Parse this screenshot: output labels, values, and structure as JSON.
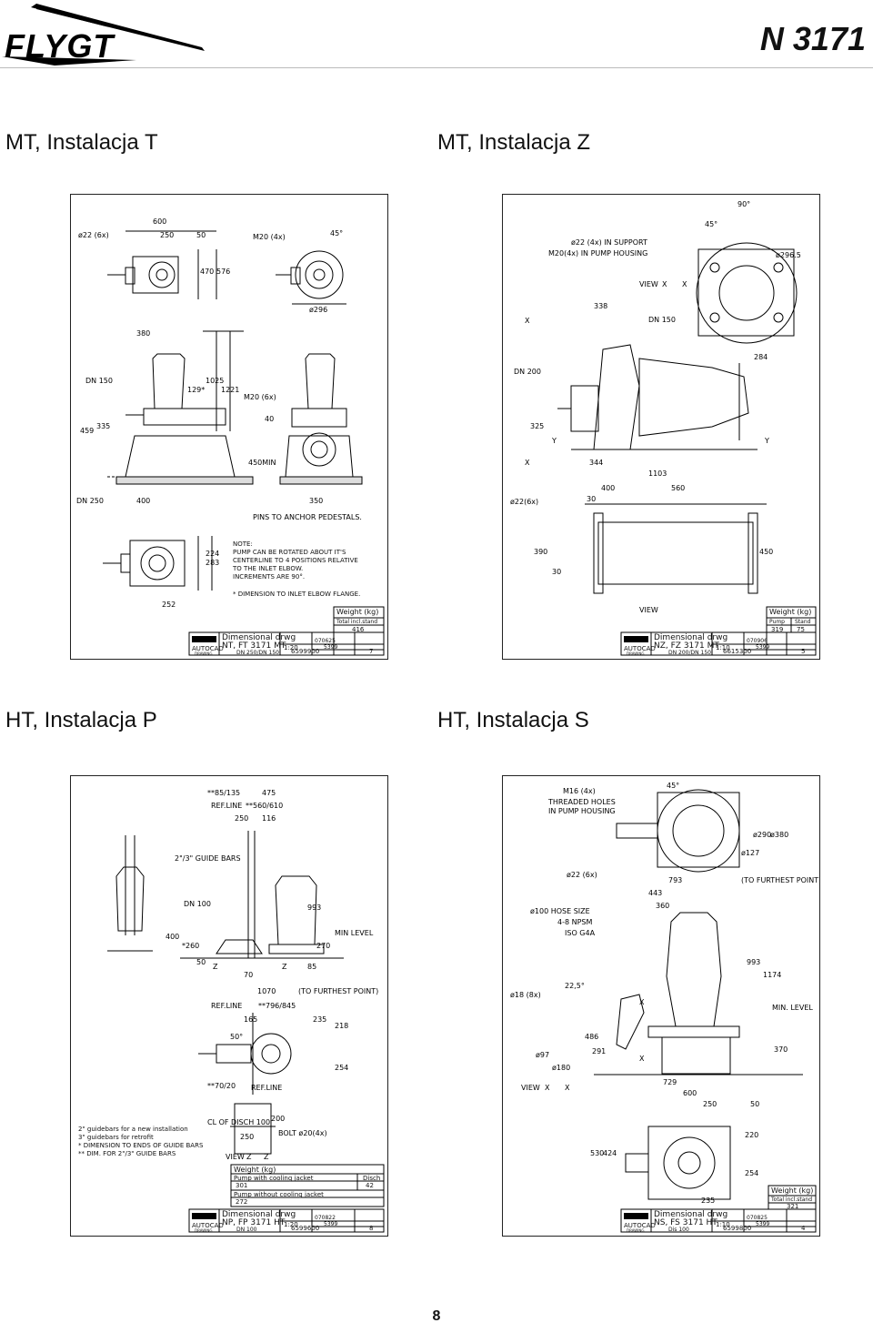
{
  "header": {
    "brand": "FLYGT",
    "model": "N 3171"
  },
  "sections": [
    {
      "title": "MT, Instalacja T"
    },
    {
      "title": "MT, Instalacja Z"
    },
    {
      "title": "HT, Instalacja P"
    },
    {
      "title": "HT, Instalacja S"
    }
  ],
  "drawing_t": {
    "labels": [
      "ø22 (6x)",
      "600",
      "250",
      "50",
      "M20 (4x)",
      "45°",
      "470",
      "576",
      "ø296",
      "380",
      "DN 150",
      "129*",
      "1025",
      "1221",
      "M20 (6x)",
      "40",
      "459",
      "335",
      "450MIN",
      "DN 250",
      "400",
      "350",
      "PINS TO ANCHOR PEDESTALS.",
      "283",
      "224",
      "252"
    ],
    "note": "NOTE:\nPUMP CAN BE ROTATED ABOUT IT'S\nCENTERLINE TO 4 POSITIONS RELATIVE\nTO THE INLET ELBOW.\nINCREMENTS ARE 90°.",
    "footnote": "* DIMENSION TO INLET ELBOW FLANGE.",
    "weight": {
      "title": "Weight (kg)",
      "col": "Total incl.stand",
      "value": "416"
    },
    "title_block": {
      "cad": "AUTOCAD",
      "cad_sub": "DRAWING",
      "name": "Dimensional drwg",
      "code": "NT, FT 3171 MT",
      "dn": "DN 250/DN 150",
      "scale": "1:20",
      "date": "070625",
      "ref": "5399",
      "number": "6599900",
      "sheet": "7"
    }
  },
  "drawing_z": {
    "labels": [
      "90°",
      "ø22 (4x) IN SUPPORT",
      "M20(4x) IN PUMP HOUSING",
      "45°",
      "ø296.5",
      "VIEW",
      "X",
      "X",
      "338",
      "DN 150",
      "X",
      "284",
      "DN 200",
      "325",
      "Y",
      "Y",
      "X",
      "344",
      "1103",
      "400",
      "560",
      "ø22(6x)",
      "30",
      "390",
      "30",
      "450"
    ],
    "view_yy": "VIEW",
    "weight": {
      "title": "Weight (kg)",
      "col1": "Pump",
      "col2": "Stand",
      "v1": "319",
      "v2": "75"
    },
    "title_block": {
      "cad": "AUTOCAD",
      "cad_sub": "DRAWING",
      "name": "Dimensional drwg",
      "code": "NZ, FZ 3171 MT",
      "dn": "DN 200/DN 150",
      "scale": "1:10",
      "date": "070906",
      "ref": "5399",
      "number": "6615300",
      "sheet": "5"
    }
  },
  "drawing_p": {
    "labels": [
      "**85/135",
      "475",
      "REF.LINE",
      "**560/610",
      "250",
      "116",
      "2\"/3\" GUIDE BARS",
      "DN 100",
      "993",
      "400",
      "*260",
      "270",
      "MIN LEVEL",
      "50",
      "Z",
      "Z",
      "70",
      "85",
      "1070",
      "(TO FURTHEST POINT)",
      "REF.LINE",
      "**796/845",
      "165",
      "235",
      "218",
      "50°",
      "254",
      "**70/20",
      "REF.LINE",
      "CL OF DISCH 100",
      "250",
      "200",
      "BOLT ø20(4x)",
      "VIEW",
      "Z",
      "Z"
    ],
    "notes": "2\" guidebars for a new installation\n3\" guidebars for retrofit\n* DIMENSION TO ENDS OF GUIDE BARS\n** DIM. FOR 2\"/3\" GUIDE BARS",
    "weight": {
      "title": "Weight (kg)",
      "r1": "Pump with cooling jacket",
      "r1c": "Disch",
      "v1": "301",
      "v1c": "42",
      "r2": "Pump without cooling jacket",
      "v2": "272"
    },
    "title_block": {
      "cad": "AUTOCAD",
      "cad_sub": "DRAWING",
      "name": "Dimensional drwg",
      "code": "NP, FP 3171 HT",
      "dn": "DN 100",
      "scale": "1:20",
      "date": "070822",
      "ref": "5399",
      "number": "6599600",
      "sheet": "8"
    }
  },
  "drawing_s": {
    "labels": [
      "M16 (4x)",
      "THREADED HOLES",
      "IN PUMP HOUSING",
      "45°",
      "ø290",
      "ø380",
      "ø127",
      "ø22 (6x)",
      "793",
      "(TO FURTHEST POINT)",
      "443",
      "360",
      "ø100 HOSE SIZE",
      "4-8 NPSM",
      "ISO G4A",
      "993",
      "1174",
      "ø18 (8x)",
      "22,5°",
      "X",
      "MIN. LEVEL",
      "486",
      "ø97",
      "291",
      "ø180",
      "X",
      "370",
      "VIEW",
      "X",
      "X",
      "729",
      "600",
      "250",
      "50",
      "530",
      "424",
      "220",
      "254",
      "235"
    ],
    "weight": {
      "title": "Weight (kg)",
      "col": "Total incl.stand",
      "value": "321"
    },
    "title_block": {
      "cad": "AUTOCAD",
      "cad_sub": "DRAWING",
      "name": "Dimensional drwg",
      "code": "NS, FS 3171 HT",
      "dn": "Dis 100",
      "scale": "1:10",
      "date": "070825",
      "ref": "5399",
      "number": "6599800",
      "sheet": "4"
    }
  },
  "footer": {
    "page": "8"
  }
}
